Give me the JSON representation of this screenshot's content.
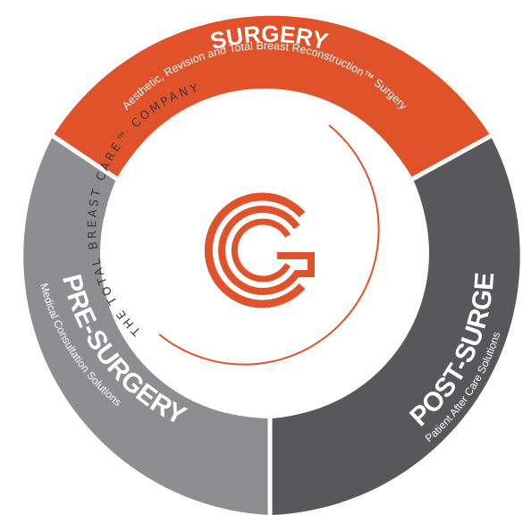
{
  "segments": {
    "surgery": {
      "title": "SURGERY",
      "subtitle": "Aesthetic, Revision and Total Breast Reconstruction™ Surgery",
      "color": "#e0532a"
    },
    "pre_surgery": {
      "title": "PRE-SURGERY",
      "subtitle": "Medical Consultation Solutions",
      "color": "#8e8e90"
    },
    "post_surgery": {
      "title": "POST-SURGERY",
      "subtitle": "Patient After Care Solutions",
      "color": "#58585b"
    }
  },
  "center": {
    "tagline": "THE TOTAL BREAST CARE™ COMPANY",
    "logo_name": "interlocking-c-g-monogram",
    "accent_color": "#e0532a"
  }
}
